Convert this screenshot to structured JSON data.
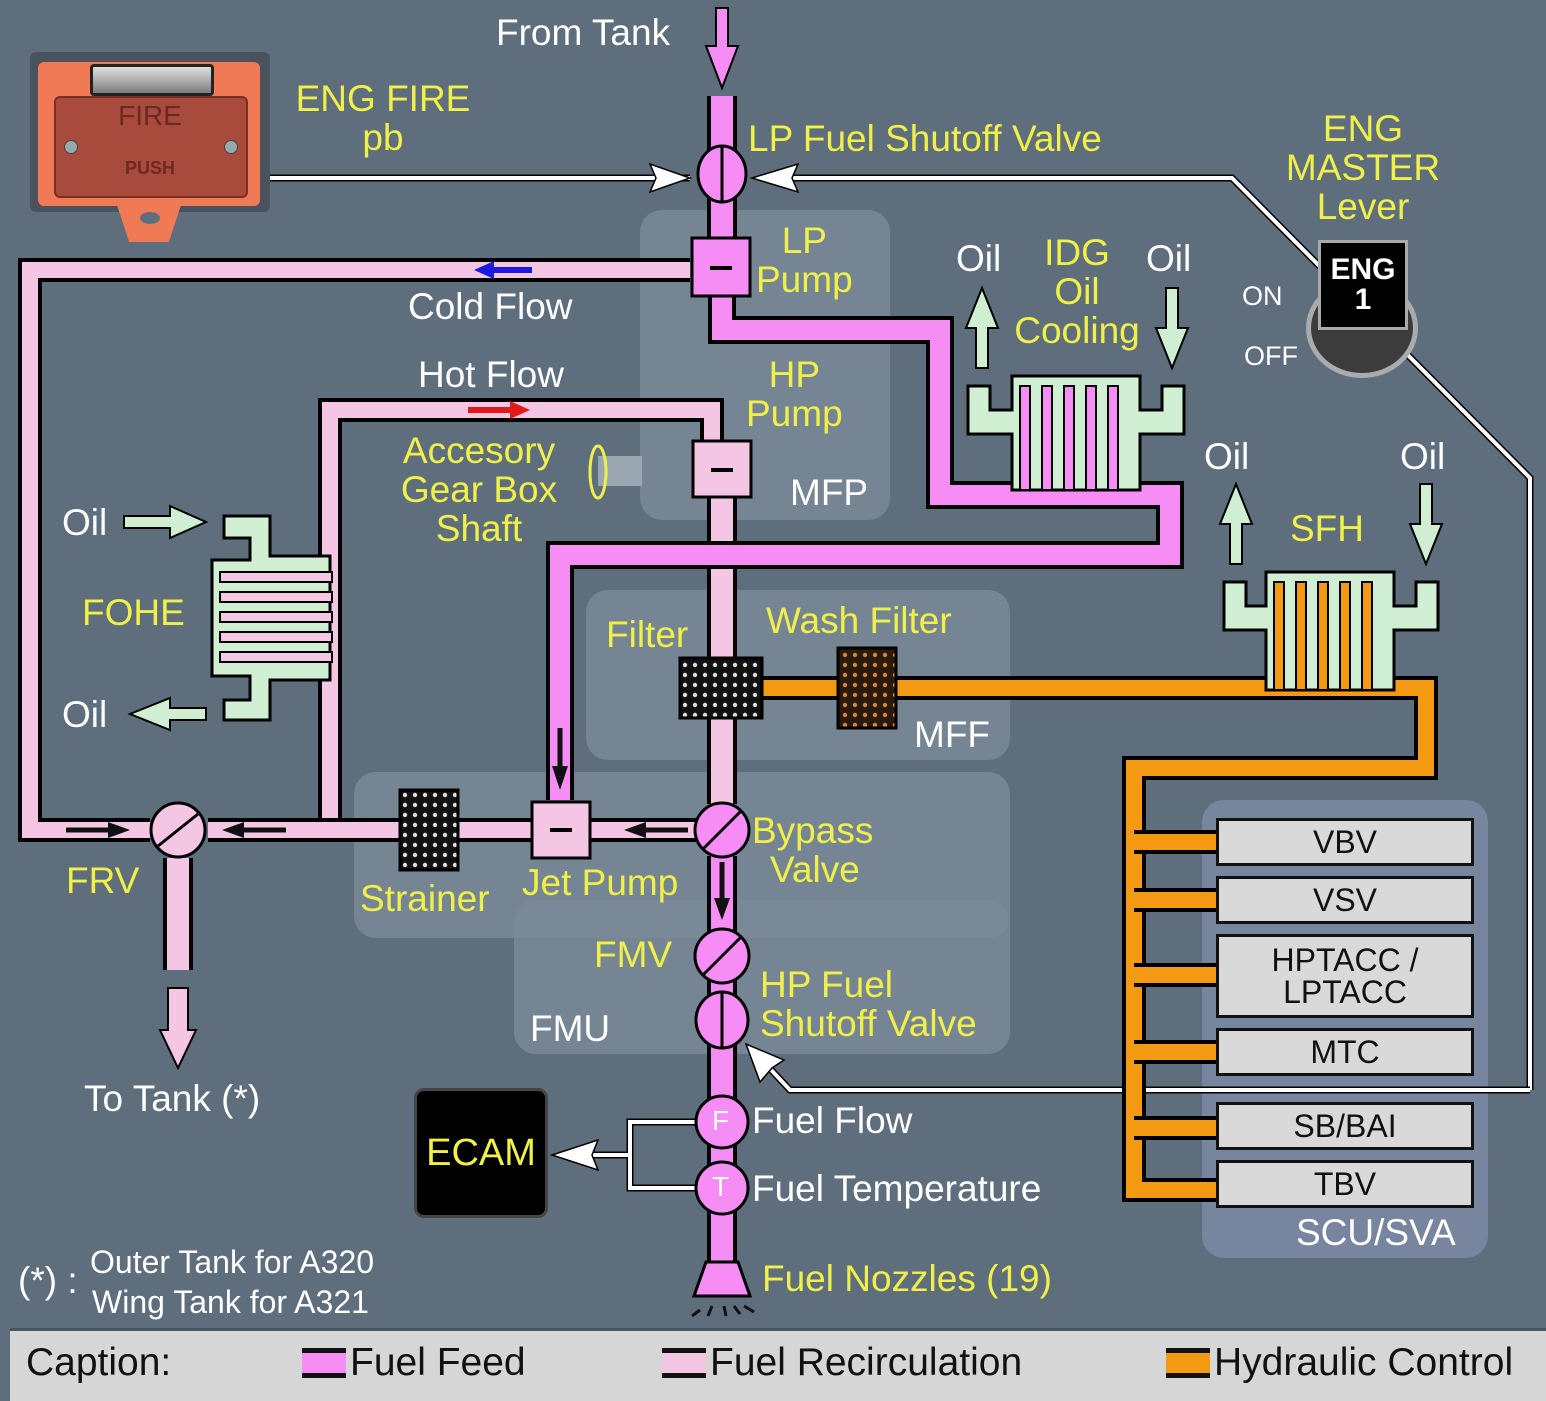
{
  "title": "Engine Fuel System Schematic",
  "colors": {
    "fuel_feed": "#f58df5",
    "fuel_recirculation": "#f4c6e4",
    "hydraulic_control": "#f39a12",
    "oil": "#cfeed2",
    "label_yellow": "#f0f04a",
    "background": "#5f6e7c"
  },
  "controls": {
    "eng_fire_pb": {
      "label_line1": "ENG FIRE",
      "label_line2": "pb",
      "button_text1": "FIRE",
      "button_text2": "PUSH"
    },
    "eng_master": {
      "label_line1": "ENG",
      "label_line2": "MASTER",
      "label_line3": "Lever",
      "knob_line1": "ENG",
      "knob_line2": "1",
      "pos_on": "ON",
      "pos_off": "OFF"
    }
  },
  "labels": {
    "from_tank": "From Tank",
    "lp_fuel_shutoff_valve": "LP Fuel Shutoff Valve",
    "lp_pump_1": "LP",
    "lp_pump_2": "Pump",
    "hp_pump_1": "HP",
    "hp_pump_2": "Pump",
    "mfp": "MFP",
    "cold_flow": "Cold Flow",
    "hot_flow": "Hot Flow",
    "agb_1": "Accesory",
    "agb_2": "Gear Box",
    "agb_3": "Shaft",
    "idg_1": "IDG",
    "idg_2": "Oil",
    "idg_3": "Cooling",
    "oil": "Oil",
    "sfh": "SFH",
    "fohe": "FOHE",
    "filter": "Filter",
    "wash_filter": "Wash Filter",
    "mff": "MFF",
    "strainer": "Strainer",
    "jet_pump": "Jet Pump",
    "bypass_1": "Bypass",
    "bypass_2": "Valve",
    "frv": "FRV",
    "fmv": "FMV",
    "hp_sov_1": "HP Fuel",
    "hp_sov_2": "Shutoff Valve",
    "fmu": "FMU",
    "to_tank": "To Tank (*)",
    "ecam": "ECAM",
    "fuel_flow": "Fuel Flow",
    "fuel_temperature": "Fuel Temperature",
    "sensor_f": "F",
    "sensor_t": "T",
    "fuel_nozzles": "Fuel Nozzles (19)",
    "note_mark": "(*) :",
    "note_1": "Outer Tank for A320",
    "note_2": "Wing Tank for A321",
    "scu_sva": "SCU/SVA"
  },
  "scu_actuators": [
    "VBV",
    "VSV",
    "HPTACC / LPTACC",
    "MTC",
    "SB/BAI",
    "TBV"
  ],
  "caption": {
    "title": "Caption:",
    "items": [
      {
        "label": "Fuel Feed",
        "color": "#f58df5"
      },
      {
        "label": "Fuel Recirculation",
        "color": "#f4c6e4"
      },
      {
        "label": "Hydraulic Control",
        "color": "#f39a12"
      }
    ]
  }
}
